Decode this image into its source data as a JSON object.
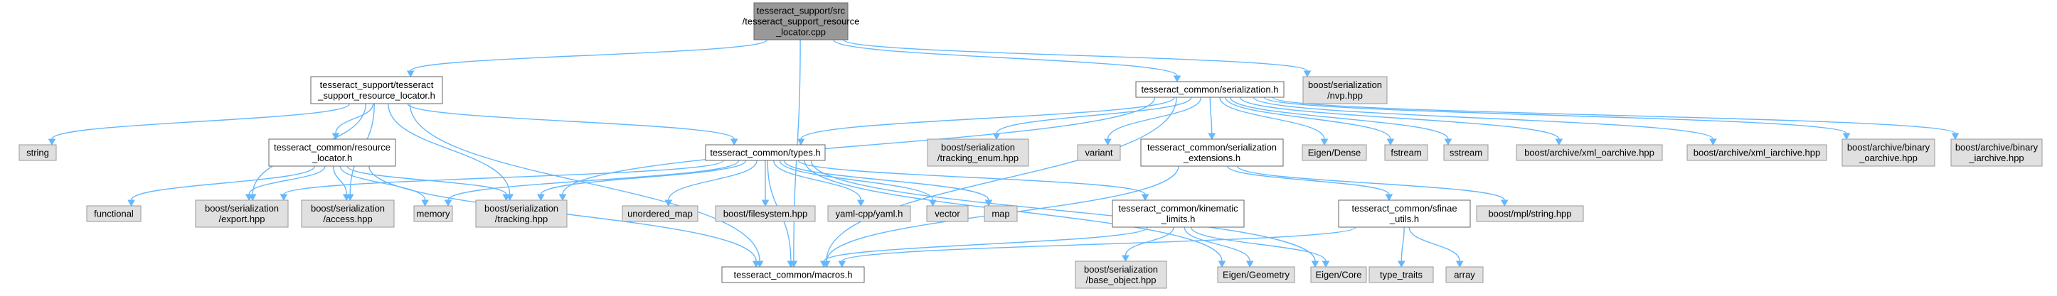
{
  "diagram": {
    "type": "include-dependency-graph",
    "colors": {
      "root_fill": "#999999",
      "local_fill": "#ffffff",
      "system_fill": "#e0e0e0",
      "border_dark": "#666666",
      "border_light": "#999999",
      "edge": "#63b8ff"
    },
    "nodes": {
      "root": {
        "lines": [
          "tesseract_support/src",
          "/tesseract_support_resource",
          "_locator.cpp"
        ]
      },
      "support_h": {
        "lines": [
          "tesseract_support/tesseract",
          "_support_resource_locator.h"
        ]
      },
      "serialization_h": {
        "lines": [
          "tesseract_common/serialization.h"
        ]
      },
      "nvp": {
        "lines": [
          "boost/serialization",
          "/nvp.hpp"
        ]
      },
      "string": {
        "lines": [
          "string"
        ]
      },
      "resource_locator": {
        "lines": [
          "tesseract_common/resource",
          "_locator.h"
        ]
      },
      "types": {
        "lines": [
          "tesseract_common/types.h"
        ]
      },
      "tracking_enum": {
        "lines": [
          "boost/serialization",
          "/tracking_enum.hpp"
        ]
      },
      "variant": {
        "lines": [
          "variant"
        ]
      },
      "ser_ext": {
        "lines": [
          "tesseract_common/serialization",
          "_extensions.h"
        ]
      },
      "eigen_dense": {
        "lines": [
          "Eigen/Dense"
        ]
      },
      "fstream": {
        "lines": [
          "fstream"
        ]
      },
      "sstream": {
        "lines": [
          "sstream"
        ]
      },
      "xml_oarchive": {
        "lines": [
          "boost/archive/xml_oarchive.hpp"
        ]
      },
      "xml_iarchive": {
        "lines": [
          "boost/archive/xml_iarchive.hpp"
        ]
      },
      "binary_oarchive": {
        "lines": [
          "boost/archive/binary",
          "_oarchive.hpp"
        ]
      },
      "binary_iarchive": {
        "lines": [
          "boost/archive/binary",
          "_iarchive.hpp"
        ]
      },
      "functional": {
        "lines": [
          "functional"
        ]
      },
      "export": {
        "lines": [
          "boost/serialization",
          "/export.hpp"
        ]
      },
      "access": {
        "lines": [
          "boost/serialization",
          "/access.hpp"
        ]
      },
      "memory": {
        "lines": [
          "memory"
        ]
      },
      "tracking": {
        "lines": [
          "boost/serialization",
          "/tracking.hpp"
        ]
      },
      "unordered_map": {
        "lines": [
          "unordered_map"
        ]
      },
      "filesystem": {
        "lines": [
          "boost/filesystem.hpp"
        ]
      },
      "yaml": {
        "lines": [
          "yaml-cpp/yaml.h"
        ]
      },
      "vector": {
        "lines": [
          "vector"
        ]
      },
      "map": {
        "lines": [
          "map"
        ]
      },
      "kinematic": {
        "lines": [
          "tesseract_common/kinematic",
          "_limits.h"
        ]
      },
      "mpl_string": {
        "lines": [
          "boost/mpl/string.hpp"
        ]
      },
      "sfinae": {
        "lines": [
          "tesseract_common/sfinae",
          "_utils.h"
        ]
      },
      "base_object": {
        "lines": [
          "boost/serialization",
          "/base_object.hpp"
        ]
      },
      "eigen_geometry": {
        "lines": [
          "Eigen/Geometry"
        ]
      },
      "eigen_core": {
        "lines": [
          "Eigen/Core"
        ]
      },
      "type_traits": {
        "lines": [
          "type_traits"
        ]
      },
      "array": {
        "lines": [
          "array"
        ]
      },
      "macros": {
        "lines": [
          "tesseract_common/macros.h"
        ]
      }
    },
    "edges": [
      [
        "root",
        "support_h"
      ],
      [
        "root",
        "serialization_h"
      ],
      [
        "root",
        "nvp"
      ],
      [
        "root",
        "macros"
      ],
      [
        "support_h",
        "string"
      ],
      [
        "support_h",
        "resource_locator"
      ],
      [
        "support_h",
        "types"
      ],
      [
        "support_h",
        "export"
      ],
      [
        "support_h",
        "access"
      ],
      [
        "support_h",
        "tracking"
      ],
      [
        "support_h",
        "macros"
      ],
      [
        "serialization_h",
        "types"
      ],
      [
        "serialization_h",
        "tracking_enum"
      ],
      [
        "serialization_h",
        "variant"
      ],
      [
        "serialization_h",
        "ser_ext"
      ],
      [
        "serialization_h",
        "eigen_dense"
      ],
      [
        "serialization_h",
        "fstream"
      ],
      [
        "serialization_h",
        "sstream"
      ],
      [
        "serialization_h",
        "xml_oarchive"
      ],
      [
        "serialization_h",
        "xml_iarchive"
      ],
      [
        "serialization_h",
        "binary_oarchive"
      ],
      [
        "serialization_h",
        "binary_iarchive"
      ],
      [
        "serialization_h",
        "tracking"
      ],
      [
        "serialization_h",
        "macros"
      ],
      [
        "resource_locator",
        "functional"
      ],
      [
        "resource_locator",
        "export"
      ],
      [
        "resource_locator",
        "access"
      ],
      [
        "resource_locator",
        "memory"
      ],
      [
        "resource_locator",
        "tracking"
      ],
      [
        "resource_locator",
        "macros"
      ],
      [
        "types",
        "export"
      ],
      [
        "types",
        "memory"
      ],
      [
        "types",
        "tracking"
      ],
      [
        "types",
        "unordered_map"
      ],
      [
        "types",
        "filesystem"
      ],
      [
        "types",
        "yaml"
      ],
      [
        "types",
        "vector"
      ],
      [
        "types",
        "map"
      ],
      [
        "types",
        "kinematic"
      ],
      [
        "types",
        "eigen_geometry"
      ],
      [
        "types",
        "eigen_core"
      ],
      [
        "types",
        "macros"
      ],
      [
        "ser_ext",
        "mpl_string"
      ],
      [
        "ser_ext",
        "sfinae"
      ],
      [
        "ser_ext",
        "macros"
      ],
      [
        "kinematic",
        "base_object"
      ],
      [
        "kinematic",
        "eigen_geometry"
      ],
      [
        "kinematic",
        "eigen_core"
      ],
      [
        "kinematic",
        "macros"
      ],
      [
        "sfinae",
        "type_traits"
      ],
      [
        "sfinae",
        "array"
      ],
      [
        "sfinae",
        "macros"
      ]
    ]
  }
}
